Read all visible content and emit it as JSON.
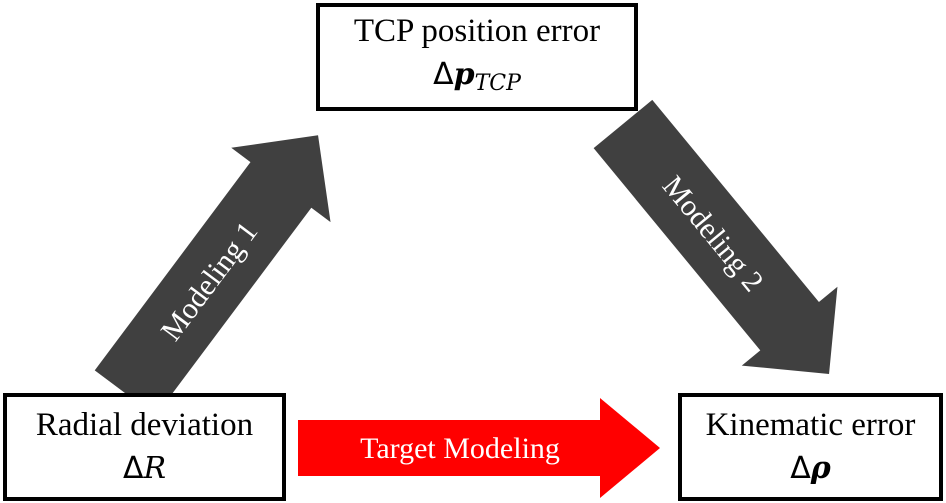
{
  "nodes": {
    "tcp": {
      "label": "TCP position error",
      "symbol_delta": "Δ",
      "symbol_var": "p",
      "symbol_sub": "TCP"
    },
    "radial": {
      "label": "Radial deviation",
      "symbol_delta": "Δ",
      "symbol_var": "R"
    },
    "kinematic": {
      "label": "Kinematic error",
      "symbol_delta": "Δ",
      "symbol_var": "ρ"
    }
  },
  "arrows": {
    "modeling1": {
      "label": "Modeling 1",
      "color": "#404040",
      "text_color": "#ffffff"
    },
    "modeling2": {
      "label": "Modeling 2",
      "color": "#404040",
      "text_color": "#ffffff"
    },
    "target": {
      "label": "Target Modeling",
      "color": "#ff0000",
      "text_color": "#ffffff"
    }
  }
}
